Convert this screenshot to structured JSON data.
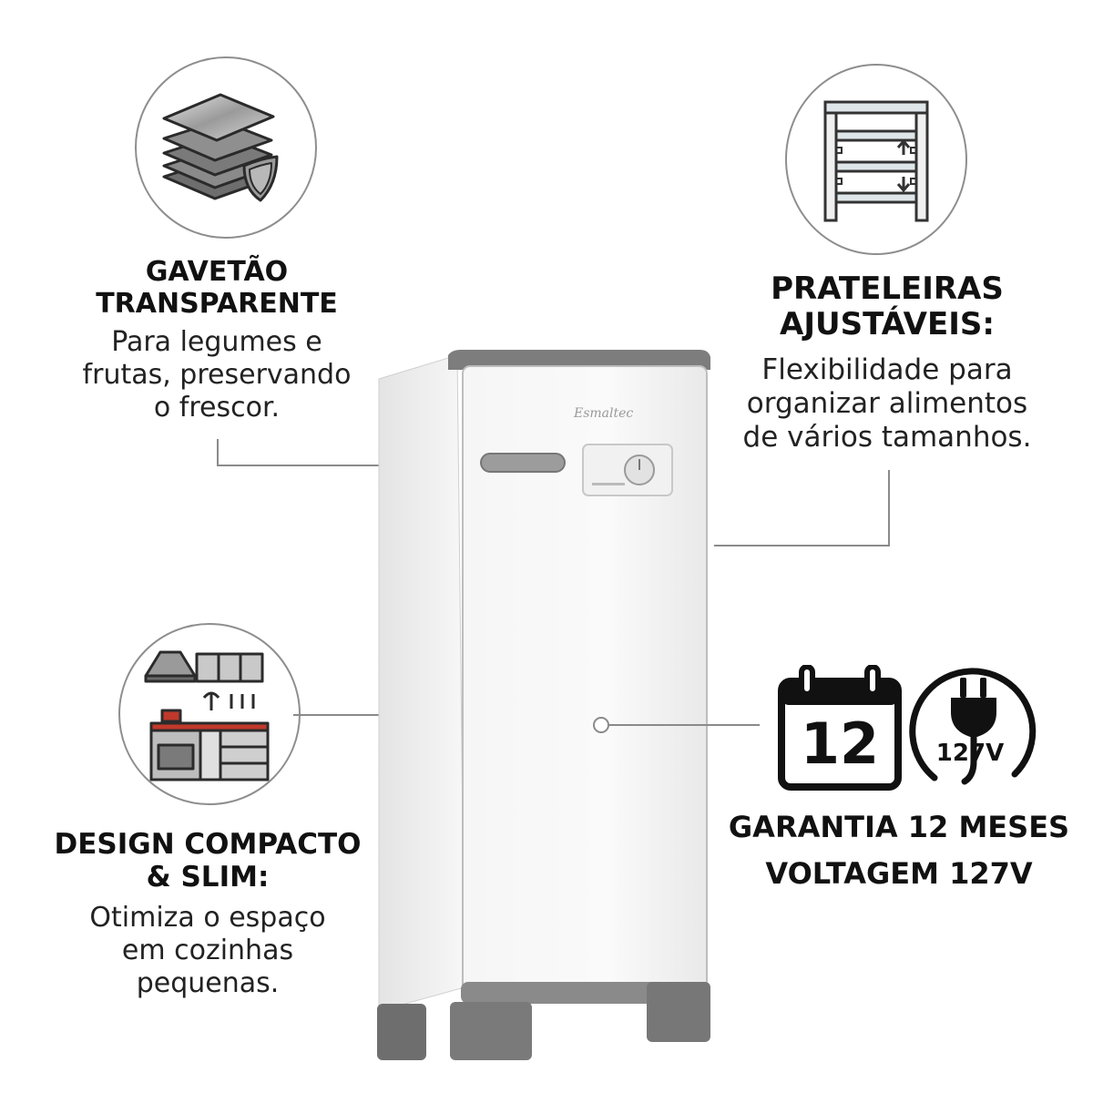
{
  "features": [
    {
      "id": "drawer",
      "title_line1": "GAVETÃO",
      "title_line2": "TRANSPARENTE",
      "desc_line1": "Para legumes e",
      "desc_line2": "frutas, preservando",
      "desc_line3": "o frescor.",
      "icon": "stacked-plates-shield-icon"
    },
    {
      "id": "shelves",
      "title_line1": "PRATELEIRAS",
      "title_line2": "AJUSTÁVEIS:",
      "desc_line1": "Flexibilidade para",
      "desc_line2": "organizar alimentos",
      "desc_line3": "de vários tamanhos.",
      "icon": "adjustable-shelves-icon"
    },
    {
      "id": "design",
      "title_line1": "DESIGN COMPACTO",
      "title_line2": "& SLIM:",
      "desc_line1": "Otimiza o espaço",
      "desc_line2": "em cozinhas",
      "desc_line3": "pequenas.",
      "icon": "kitchen-icon"
    }
  ],
  "warranty": {
    "calendar_number": "12",
    "voltage_badge": "127V",
    "line1": "GARANTIA 12 MESES",
    "line2": "VOLTAGEM 127V"
  },
  "fridge": {
    "brand": "Esmaltec"
  },
  "colors": {
    "line": "#8a8a8a",
    "text": "#111111",
    "fridge_body": "#f4f4f4",
    "fridge_trim": "#7d7d7d"
  }
}
